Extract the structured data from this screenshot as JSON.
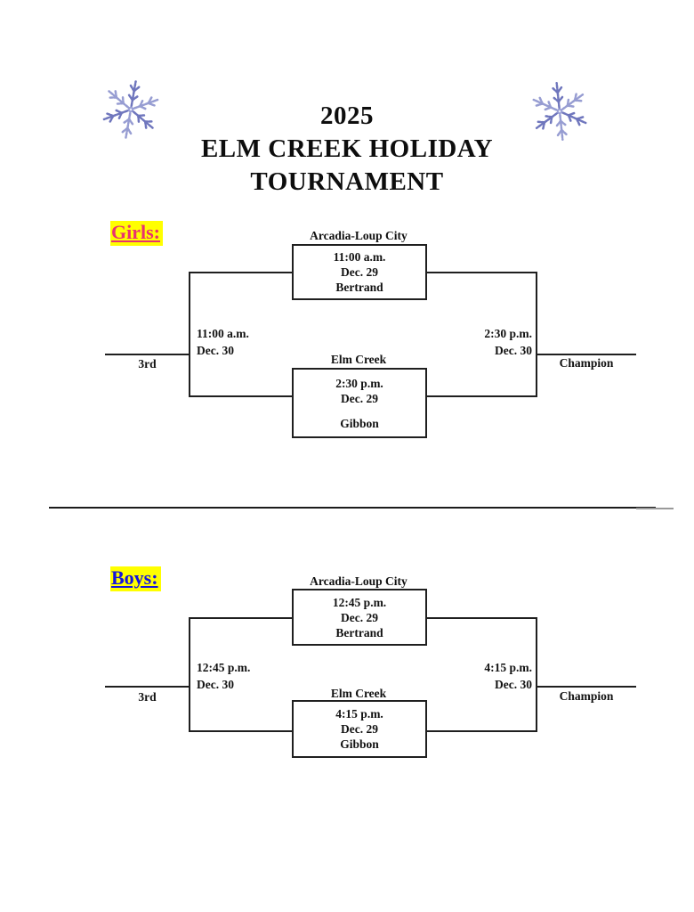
{
  "title": {
    "line1": "2025",
    "line2": "ELM CREEK HOLIDAY",
    "line3": "TOURNAMENT"
  },
  "icons": {
    "top_left": "snowflake-icon",
    "top_right": "snowflake-icon"
  },
  "colors": {
    "girls_label": "#e8326f",
    "boys_label": "#1414dd",
    "label_highlight": "#ffff00",
    "line": "#1f1f1f",
    "snowflake_primary": "#6f76bd",
    "snowflake_secondary": "#979dd2"
  },
  "brackets": [
    {
      "label": "Girls:",
      "top_seed": "Arcadia-Loup City",
      "top_game": {
        "time": "11:00 a.m.",
        "date": "Dec. 29",
        "site": "Bertrand"
      },
      "bottom_seed": "Elm Creek",
      "bottom_game": {
        "time": "2:30 p.m.",
        "date": "Dec. 29",
        "site": "Gibbon"
      },
      "consolation_game": {
        "time": "11:00 a.m.",
        "date": "Dec. 30"
      },
      "championship_game": {
        "time": "2:30 p.m.",
        "date": "Dec. 30"
      },
      "third_place_label": "3rd",
      "champion_label": "Champion"
    },
    {
      "label": "Boys:",
      "top_seed": "Arcadia-Loup City",
      "top_game": {
        "time": "12:45 p.m.",
        "date": "Dec. 29",
        "site": "Bertrand"
      },
      "bottom_seed": "Elm Creek",
      "bottom_game": {
        "time": "4:15 p.m.",
        "date": "Dec. 29",
        "site": "Gibbon"
      },
      "consolation_game": {
        "time": "12:45 p.m.",
        "date": "Dec. 30"
      },
      "championship_game": {
        "time": "4:15 p.m.",
        "date": "Dec. 30"
      },
      "third_place_label": "3rd",
      "champion_label": "Champion"
    }
  ]
}
